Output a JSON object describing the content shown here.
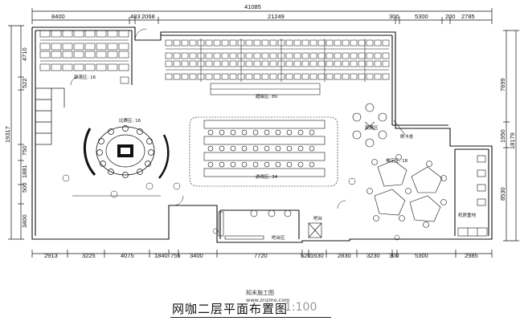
{
  "top_total": "41085",
  "top_dims": [
    "8400",
    "483",
    "2068",
    "21249",
    "300",
    "5300",
    "200",
    "2785"
  ],
  "left_total": "19317",
  "left_dims": [
    "4710",
    "522",
    "750",
    "1881",
    "500",
    "3400"
  ],
  "right_total": "18179",
  "right_dims": [
    "7699",
    "1950",
    "8530"
  ],
  "bottom_dims": [
    "2913",
    "3225",
    "4075",
    "1840",
    "755",
    "3400",
    "7720",
    "520",
    "1630",
    "2830",
    "3230",
    "300",
    "5300",
    "2985"
  ],
  "zones": {
    "couple": "部落区: 16",
    "super": "超级区: 80",
    "match": "比赛区: 16",
    "game": "游戏区: 34",
    "lounge": "观赛区",
    "zen": "禅定区: 18",
    "machine": "机房重地",
    "snack": "吧台区",
    "bar": "吧台",
    "ticket": "刷卡处"
  },
  "watermark": {
    "logo": "知末施工图",
    "url": "www.znzmo.com"
  },
  "caption": {
    "title": "网咖二层平面布置图",
    "scale": "1:100"
  }
}
